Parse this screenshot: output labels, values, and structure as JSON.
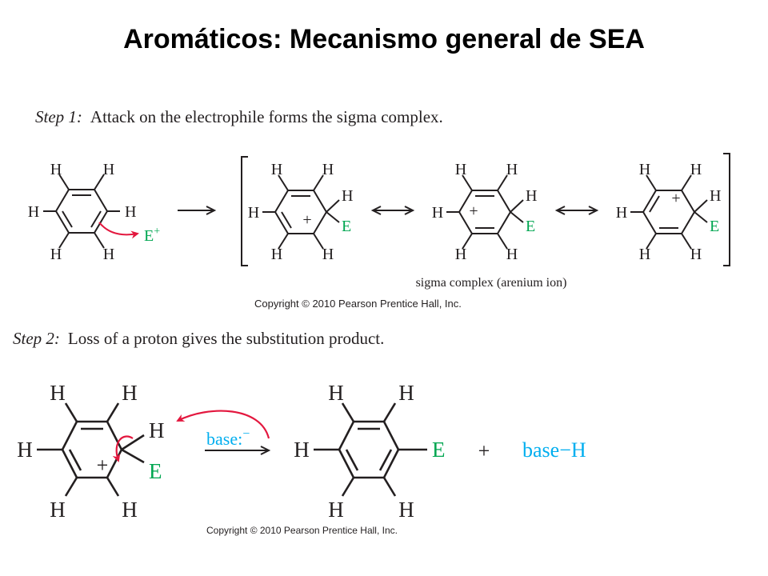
{
  "title": "Aromáticos: Mecanismo general de SEA",
  "step1": {
    "label": "Step 1:",
    "text": "Attack on the electrophile forms the sigma complex.",
    "electrophile": "E",
    "electrophile_charge": "+",
    "sigma_caption": "sigma complex (arenium ion)",
    "copyright": "Copyright © 2010 Pearson Prentice Hall, Inc."
  },
  "step2": {
    "label": "Step 2:",
    "text": "Loss of a proton gives the substitution product.",
    "base": "base:",
    "base_charge": "−",
    "plus_sign": "+",
    "base_h": "base−H",
    "copyright": "Copyright © 2010 Pearson Prentice Hall, Inc."
  },
  "atoms": {
    "H": "H",
    "E": "E",
    "charge": "+"
  },
  "colors": {
    "electrophile": "#00a651",
    "arrow": "#e3173e",
    "base": "#00aeef",
    "ink": "#231f20"
  }
}
